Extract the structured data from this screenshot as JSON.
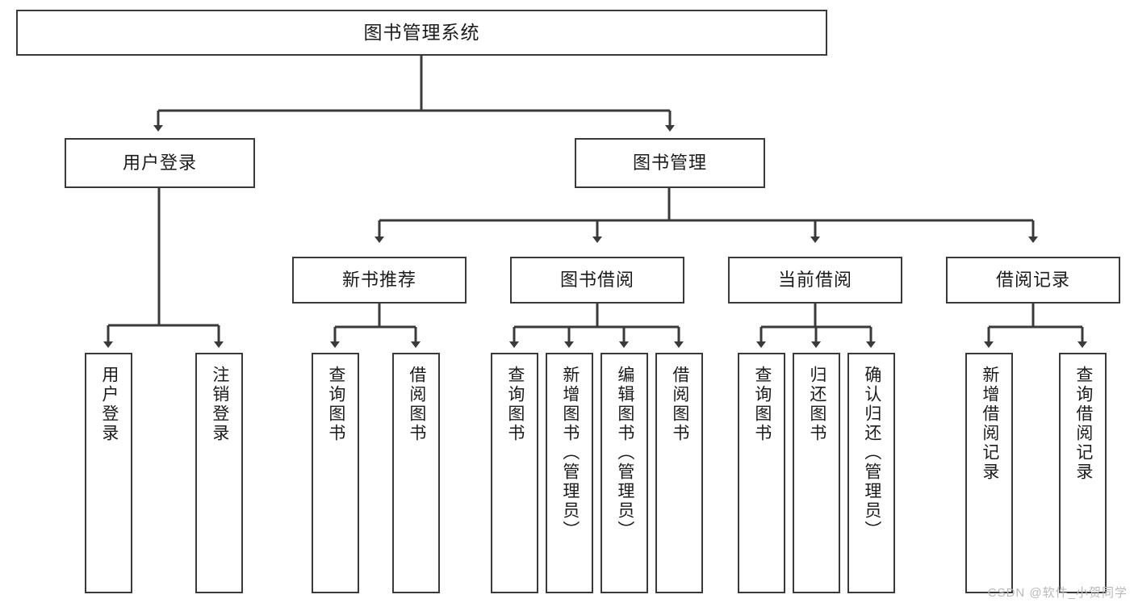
{
  "diagram": {
    "title": "图书管理系统",
    "type": "tree-hierarchy",
    "root": {
      "label": "图书管理系统"
    },
    "level2": [
      {
        "label": "用户登录"
      },
      {
        "label": "图书管理"
      }
    ],
    "level3": [
      {
        "label": "新书推荐"
      },
      {
        "label": "图书借阅"
      },
      {
        "label": "当前借阅"
      },
      {
        "label": "借阅记录"
      }
    ],
    "leaves": {
      "user_login": [
        {
          "label": "用户登录"
        },
        {
          "label": "注销登录"
        }
      ],
      "new_book_recommend": [
        {
          "label": "查询图书"
        },
        {
          "label": "借阅图书"
        }
      ],
      "book_borrow": [
        {
          "label": "查询图书"
        },
        {
          "label": "新增图书（管理员）"
        },
        {
          "label": "编辑图书（管理员）"
        },
        {
          "label": "借阅图书"
        }
      ],
      "current_borrow": [
        {
          "label": "查询图书"
        },
        {
          "label": "归还图书"
        },
        {
          "label": "确认归还（管理员）"
        }
      ],
      "borrow_record": [
        {
          "label": "新增借阅记录"
        },
        {
          "label": "查询借阅记录"
        }
      ]
    }
  },
  "watermark": {
    "text": "CSDN @软件_小贺同学"
  },
  "colors": {
    "stroke": "#3a3a3a",
    "text": "#1b1b1b",
    "background": "#ffffff",
    "watermark": "#b9b9b9"
  }
}
